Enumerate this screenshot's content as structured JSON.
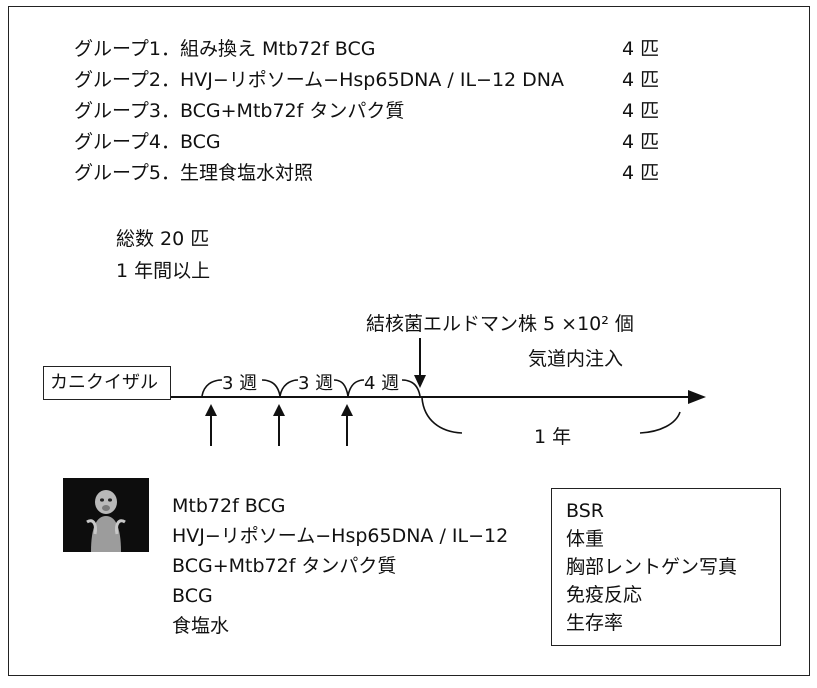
{
  "groups": [
    {
      "label": "グループ1．組み換え Mtb72f BCG",
      "count": "4 匹"
    },
    {
      "label": "グループ2．HVJ−リポソーム−Hsp65DNA / IL−12 DNA",
      "count": "4 匹"
    },
    {
      "label": "グループ3．BCG+Mtb72f タンパク質",
      "count": "4 匹"
    },
    {
      "label": "グループ4．BCG",
      "count": "4 匹"
    },
    {
      "label": "グループ5．生理食塩水対照",
      "count": "4 匹"
    }
  ],
  "summary": {
    "total": "総数 20 匹",
    "duration": "1 年間以上"
  },
  "challenge": {
    "line1": "結核菌エルドマン株 5 ×10² 個",
    "line2": "気道内注入"
  },
  "timeline": {
    "subject": "カニクイザル",
    "intervals": [
      "3 週",
      "3 週",
      "4 週"
    ],
    "followup": "1 年"
  },
  "vaccines": [
    "Mtb72f BCG",
    "HVJ−リポソーム−Hsp65DNA / IL−12",
    "BCG+Mtb72f タンパク質",
    "BCG",
    "食塩水"
  ],
  "endpoints": [
    "BSR",
    "体重",
    "胸部レントゲン写真",
    "免疫反応",
    "生存率"
  ]
}
